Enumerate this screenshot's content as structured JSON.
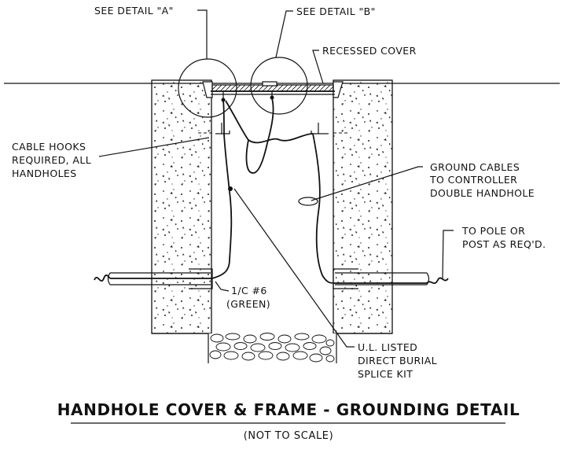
{
  "labels": {
    "detail_a": "SEE DETAIL \"A\"",
    "detail_b": "SEE DETAIL \"B\"",
    "recessed_cover": "RECESSED COVER",
    "cable_hooks": [
      "CABLE HOOKS",
      "REQUIRED, ALL",
      "HANDHOLES"
    ],
    "ground_cables": [
      "GROUND CABLES",
      "TO CONTROLLER",
      "DOUBLE HANDHOLE"
    ],
    "to_pole": [
      "TO POLE OR",
      "POST AS REQ'D."
    ],
    "wire": [
      "1/C #6",
      "(GREEN)"
    ],
    "splice_kit": [
      "U.L. LISTED",
      "DIRECT BURIAL",
      "SPLICE KIT"
    ]
  },
  "title": "HANDHOLE COVER & FRAME - GROUNDING DETAIL",
  "subtitle": "(NOT TO SCALE)"
}
